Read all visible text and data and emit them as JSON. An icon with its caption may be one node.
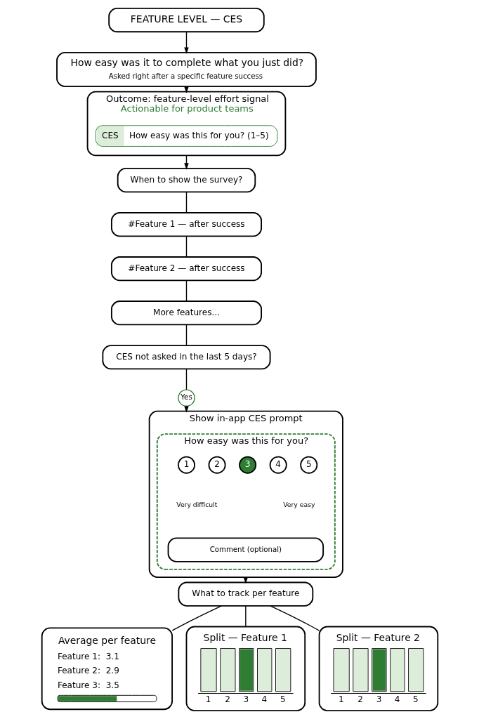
{
  "diagram": {
    "nodes": [
      {
        "text": [
          "FEATURE LEVEL — CES"
        ]
      },
      {
        "text": [
          "How easy was it to complete what you just did?",
          "Asked right after a specific feature success"
        ]
      },
      {
        "text": [
          "Outcome: feature-level effort signal",
          "Actionable for product teams"
        ]
      },
      {
        "text": [
          "CES",
          "How easy was this for you? (1–5)"
        ],
        "in": 2
      },
      {
        "text": [
          "When to show the survey?"
        ]
      },
      {
        "text": [
          "#Feature 1 — after success"
        ]
      },
      {
        "text": [
          "#Feature 2 — after success"
        ]
      },
      {
        "text": [
          "More features..."
        ]
      },
      {
        "text": [
          "CES not asked in the last 5 days?"
        ]
      },
      {
        "text": [
          "Yes"
        ]
      },
      {
        "text": [
          "Show in-app CES prompt"
        ]
      },
      {
        "text": [
          "How easy was this for you?"
        ],
        "in": 10
      },
      {
        "text": [
          "1"
        ],
        "in": 11
      },
      {
        "text": [
          "2"
        ],
        "in": 11
      },
      {
        "text": [
          "3"
        ],
        "in": 11
      },
      {
        "text": [
          "4"
        ],
        "in": 11
      },
      {
        "text": [
          "5"
        ],
        "in": 11
      },
      {
        "text": [
          "Comment (optional)"
        ],
        "in": 11
      },
      {
        "text": [
          "What to track per feature"
        ]
      },
      {
        "text": [
          "Average per feature",
          "Feature 1:  3.1",
          "Feature 2:  2.9",
          "Feature 3:  3.5"
        ]
      },
      {
        "text": [
          "Split — Feature 1"
        ]
      },
      {
        "text": [
          "Split — Feature 2"
        ]
      }
    ],
    "edges": [
      {
        "from": 0,
        "to": 1,
        "arrow": "to"
      },
      {
        "from": 1,
        "to": 2,
        "arrow": "to"
      },
      {
        "from": 2,
        "to": 4,
        "arrow": "to"
      },
      {
        "from": 4,
        "to": 5,
        "arrow": "none"
      },
      {
        "from": 5,
        "to": 6,
        "arrow": "none"
      },
      {
        "from": 6,
        "to": 7,
        "arrow": "none"
      },
      {
        "from": 7,
        "to": 8,
        "arrow": "none"
      },
      {
        "from": 8,
        "to": 9,
        "arrow": "none"
      },
      {
        "from": 9,
        "to": 10,
        "arrow": "to"
      },
      {
        "from": 10,
        "to": 18,
        "arrow": "to"
      },
      {
        "from": 18,
        "to": 19,
        "arrow": "none"
      },
      {
        "from": 18,
        "to": 20,
        "arrow": "none"
      },
      {
        "from": 18,
        "to": 21,
        "arrow": "none"
      }
    ],
    "labels": [
      "Very difficult",
      "Very easy",
      "1",
      "2",
      "3",
      "4",
      "5",
      "1",
      "2",
      "3",
      "4",
      "5"
    ]
  }
}
